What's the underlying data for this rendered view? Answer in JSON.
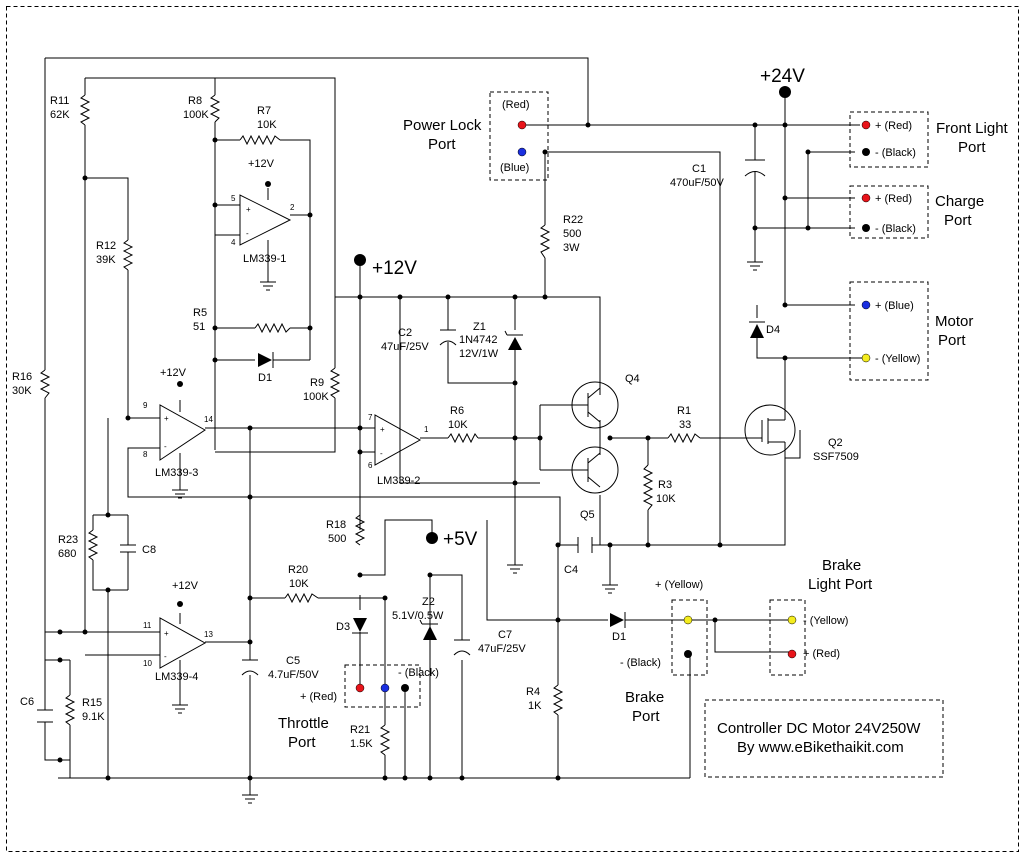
{
  "rails": {
    "v24": "+24V",
    "v12": "+12V",
    "v5": "+5V",
    "op_supply": "+12V"
  },
  "ports": {
    "power_lock": [
      "Power Lock",
      "Port"
    ],
    "front_light": [
      "Front Light",
      "Port"
    ],
    "charge": [
      "Charge",
      "Port"
    ],
    "motor": [
      "Motor",
      "Port"
    ],
    "throttle": [
      "Throttle",
      "Port"
    ],
    "brake": [
      "Brake",
      "Port"
    ],
    "brake_light": [
      "Brake",
      "Light Port"
    ]
  },
  "wire_labels": {
    "pl_red": "(Red)",
    "pl_blue": "(Blue)",
    "fl_red": "+ (Red)",
    "fl_black": "- (Black)",
    "ch_red": "+ (Red)",
    "ch_black": "- (Black)",
    "mo_blue": "+ (Blue)",
    "mo_yellow": "- (Yellow)",
    "th_red": "+ (Red)",
    "th_black": "- (Black)",
    "br_yellow": "+ (Yellow)",
    "br_black": "- (Black)",
    "bl_yellow": "- (Yellow)",
    "bl_red": "+ (Red)"
  },
  "components": {
    "R11": [
      "R11",
      "62K"
    ],
    "R8": [
      "R8",
      "100K"
    ],
    "R7": [
      "R7",
      "10K"
    ],
    "R12": [
      "R12",
      "39K"
    ],
    "R5": [
      "R5",
      "51"
    ],
    "R16": [
      "R16",
      "30K"
    ],
    "R9": [
      "R9",
      "100K"
    ],
    "R23": [
      "R23",
      "680"
    ],
    "C8": [
      "C8"
    ],
    "C2": [
      "C2",
      "47uF/25V"
    ],
    "Z1": [
      "Z1",
      "1N4742",
      "12V/1W"
    ],
    "R22": [
      "R22",
      "500",
      "3W"
    ],
    "C1": [
      "C1",
      "470uF/50V"
    ],
    "R6": [
      "R6",
      "10K"
    ],
    "R1": [
      "R1",
      "33"
    ],
    "R3": [
      "R3",
      "10K"
    ],
    "Q4": [
      "Q4"
    ],
    "Q5": [
      "Q5"
    ],
    "Q2": [
      "Q2",
      "SSF7509"
    ],
    "D4": [
      "D4"
    ],
    "D1a": [
      "D1"
    ],
    "D1b": [
      "D1"
    ],
    "R18": [
      "R18",
      "500"
    ],
    "R20": [
      "R20",
      "10K"
    ],
    "D3": [
      "D3"
    ],
    "Z2": [
      "Z2",
      "5.1V/0.5W"
    ],
    "C7": [
      "C7",
      "47uF/25V"
    ],
    "C4": [
      "C4"
    ],
    "C5": [
      "C5",
      "4.7uF/50V"
    ],
    "C6": [
      "C6"
    ],
    "R15": [
      "R15",
      "9.1K"
    ],
    "R21": [
      "R21",
      "1.5K"
    ],
    "R4": [
      "R4",
      "1K"
    ]
  },
  "opamps": {
    "u1": "LM339-1",
    "u2": "LM339-2",
    "u3": "LM339-3",
    "u4": "LM339-4"
  },
  "pins": {
    "u1": [
      "5",
      "4",
      "2"
    ],
    "u2": [
      "7",
      "6",
      "1"
    ],
    "u3": [
      "9",
      "8",
      "14"
    ],
    "u4": [
      "11",
      "10",
      "13"
    ]
  },
  "title_box": {
    "line1": "Controller  DC Motor 24V250W",
    "line2": "By www.eBikethaikit.com"
  },
  "colors": {
    "red": "#e8141a",
    "blue": "#1a2fe0",
    "yellow": "#f4ec1e",
    "black": "#000000"
  }
}
